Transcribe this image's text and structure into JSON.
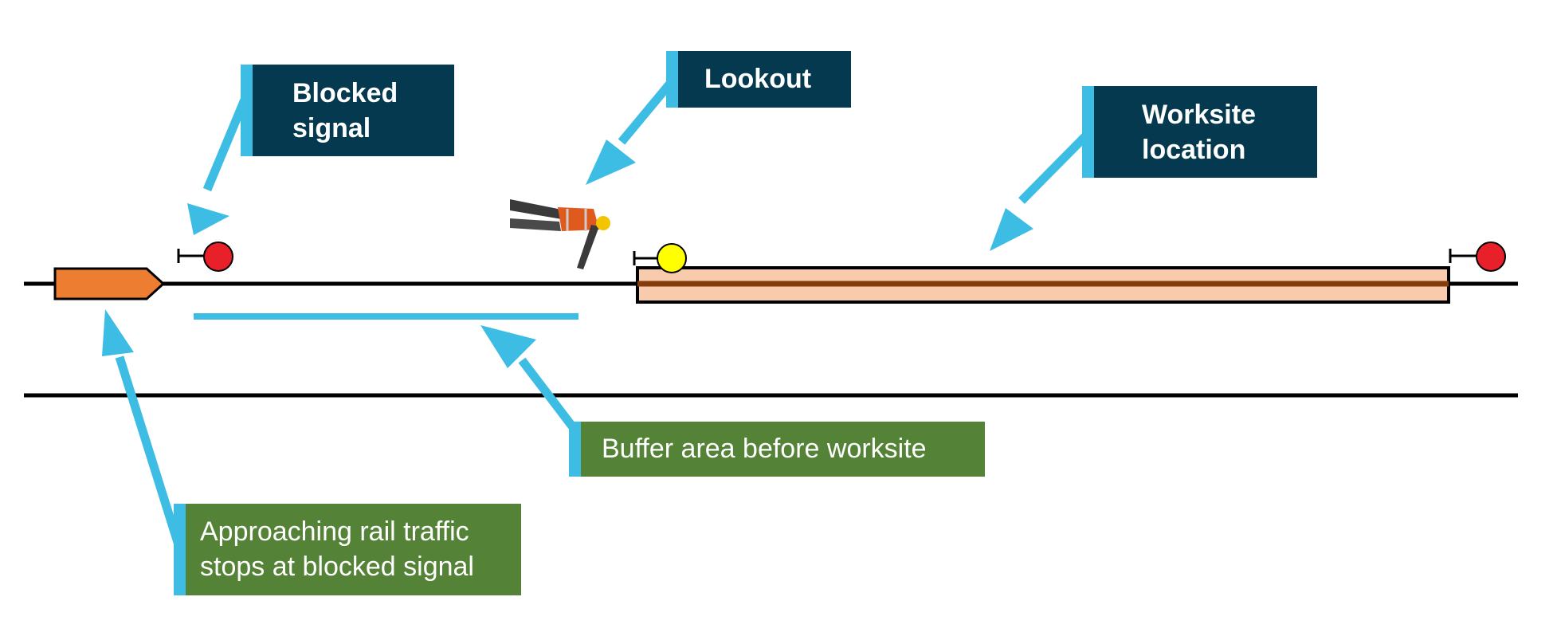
{
  "labels": {
    "blocked_signal": {
      "line1": "Blocked",
      "line2": "signal"
    },
    "lookout": "Lookout",
    "worksite": {
      "line1": "Worksite",
      "line2": "location"
    },
    "buffer": "Buffer area before worksite",
    "approaching": {
      "line1": "Approaching rail traffic",
      "line2": "stops at blocked signal"
    }
  },
  "colors": {
    "label_dark": "#04394f",
    "label_green": "#548236",
    "arrow_blue": "#3dbde4",
    "train_orange": "#ed7d31",
    "worksite_fill": "#f8cbad",
    "worksite_rail": "#843c0c",
    "signal_red": "#e8202a",
    "signal_yellow": "#ffff00",
    "track": "#000000"
  },
  "icons": {
    "train": "train-icon",
    "lookout_person": "lookout-person-icon",
    "signal_red": "red-signal-icon",
    "signal_yellow": "yellow-signal-icon"
  }
}
